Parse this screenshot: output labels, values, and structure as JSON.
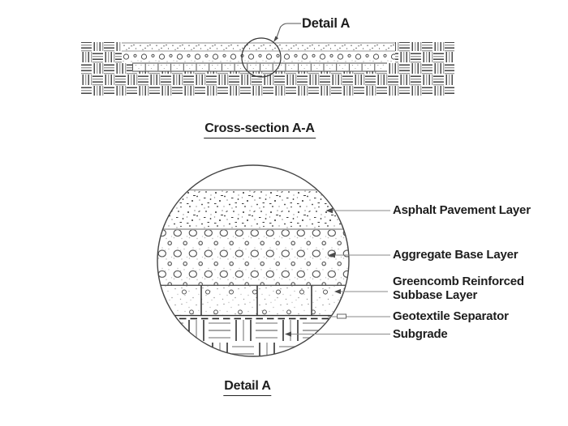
{
  "cross_section": {
    "title": "Cross-section A-A",
    "callout_label": "Detail A"
  },
  "detail": {
    "title": "Detail A",
    "labels": {
      "asphalt": "Asphalt Pavement Layer",
      "aggregate": "Aggregate Base Layer",
      "greencomb_line1": "Greencomb Reinforced",
      "greencomb_line2": "Subbase Layer",
      "geotextile": "Geotextile Separator",
      "subgrade": "Subgrade"
    }
  },
  "colors": {
    "line_dark": "#2f2f2f",
    "line_gray": "#9b9b9b",
    "leader": "#8a8a8a",
    "text": "#1d1d1d",
    "background": "#ffffff"
  }
}
